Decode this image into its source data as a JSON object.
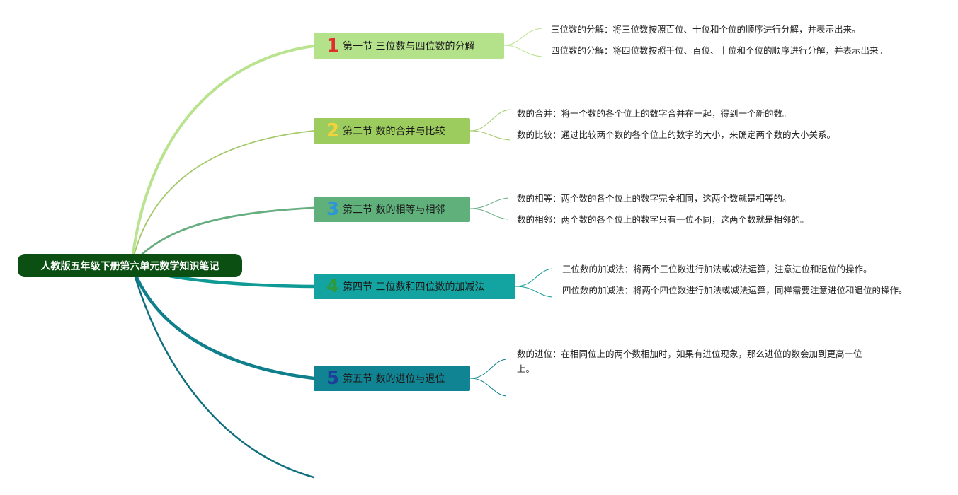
{
  "root": {
    "title": "人教版五年级下册第六单元数学知识笔记",
    "color": "#0b4f12"
  },
  "sections": [
    {
      "number": "1",
      "title": "第一节 三位数与四位数的分解",
      "box_color": "#b3e28a",
      "number_color": "#e02d2d",
      "line_color": "#b9e38e",
      "notes": [
        "三位数的分解：将三位数按照百位、十位和个位的顺序进行分解，并表示出来。",
        "四位数的分解：将四位数按照千位、百位、十位和个位的顺序进行分解，并表示出来。"
      ]
    },
    {
      "number": "2",
      "title": "第二节 数的合并与比较",
      "box_color": "#9ccb5e",
      "number_color": "#f2d13a",
      "line_color": "#a3c96a",
      "notes": [
        "数的合并：将一个数的各个位上的数字合并在一起，得到一个新的数。",
        "数的比较：通过比较两个数的各个位上的数字的大小，来确定两个数的大小关系。"
      ]
    },
    {
      "number": "3",
      "title": "第三节 数的相等与相邻",
      "box_color": "#5fb07b",
      "number_color": "#2e95d6",
      "line_color": "#66ad80",
      "notes": [
        "数的相等：两个数的各个位上的数字完全相同，这两个数就是相等的。",
        "数的相邻：两个数的各个位上的数字只有一位不同，这两个数就是相邻的。"
      ]
    },
    {
      "number": "4",
      "title": "第四节 三位数和四位数的加减法",
      "box_color": "#13a3a0",
      "number_color": "#2f9a3c",
      "line_color": "#0f9a96",
      "notes": [
        "三位数的加减法：将两个三位数进行加法或减法运算，注意进位和退位的操作。",
        "四位数的加减法：将两个四位数进行加法或减法运算，同样需要注意进位和退位的操作。"
      ]
    },
    {
      "number": "5",
      "title": "第五节 数的进位与退位",
      "box_color": "#118493",
      "number_color": "#1d3f99",
      "line_color": "#0f7f8c",
      "notes": [
        "数的进位：在相同位上的两个数相加时，如果有进位现象，那么进位的数会加到更高一位上。"
      ]
    }
  ],
  "extra_line_color": "#0f6f7f"
}
